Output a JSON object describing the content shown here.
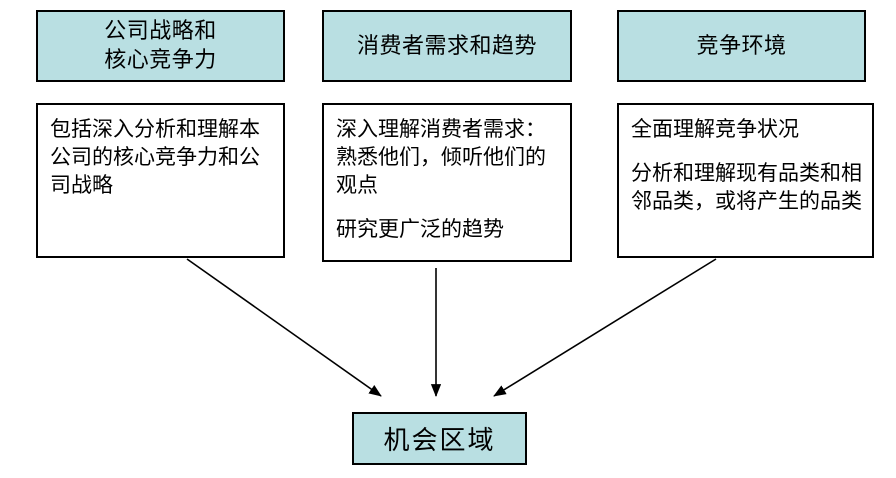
{
  "diagram": {
    "type": "convergence-flow",
    "accent_color": "#b9dfe2",
    "border_color": "#000000",
    "background_color": "#ffffff",
    "columns": [
      {
        "id": "strategy",
        "header": "公司战略和\n核心竞争力",
        "paragraphs": [
          "包括深入分析和理解本公司的核心竞争力和公司战略"
        ]
      },
      {
        "id": "consumer",
        "header": "消费者需求和趋势",
        "paragraphs": [
          "深入理解消费者需求：熟悉他们，倾听他们的观点",
          "研究更广泛的趋势"
        ]
      },
      {
        "id": "competition",
        "header": "竞争环境",
        "paragraphs": [
          "全面理解竞争状况",
          "分析和理解现有品类和相邻品类，或将产生的品类"
        ]
      }
    ],
    "outcome": {
      "id": "opportunity",
      "label": "机会区域"
    },
    "connectors": [
      {
        "id": "strategy-to-outcome",
        "from": "strategy",
        "to": "opportunity",
        "style": "arrow-diagonal-right-down"
      },
      {
        "id": "consumer-to-outcome",
        "from": "consumer",
        "to": "opportunity",
        "style": "arrow-vertical-down"
      },
      {
        "id": "competition-to-outcome",
        "from": "competition",
        "to": "opportunity",
        "style": "arrow-diagonal-left-down"
      }
    ]
  }
}
